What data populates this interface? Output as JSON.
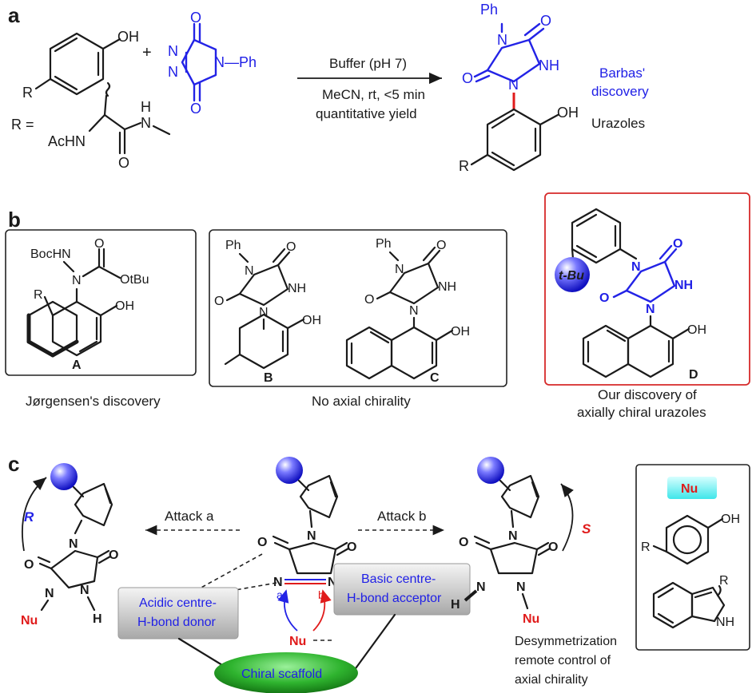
{
  "panels": {
    "a": "a",
    "b": "b",
    "c": "c"
  },
  "panel_a": {
    "oh": "OH",
    "r": "R",
    "plus": "+",
    "r_eq": "R =",
    "achn": "AcHN",
    "h": "H",
    "n": "N",
    "o": "O",
    "ph": "Ph",
    "nph": "N—Ph",
    "nh": "NH",
    "buffer": "Buffer (pH 7)",
    "conditions1": "MeCN, rt, <5 min",
    "conditions2": "quantitative yield",
    "barbas1": "Barbas'",
    "barbas2": "discovery",
    "urazoles": "Urazoles"
  },
  "panel_b": {
    "bochnnh": "BocHN",
    "n": "N",
    "otbu": "OtBu",
    "o": "O",
    "r": "R",
    "oh": "OH",
    "ph": "Ph",
    "nh": "NH",
    "tbu": "t-Bu",
    "label_a": "A",
    "label_b": "B",
    "label_c": "C",
    "label_d": "D",
    "jorgensen": "Jørgensen's discovery",
    "no_axial": "No axial chirality",
    "our1": "Our discovery of",
    "our2": "axially chiral urazoles"
  },
  "panel_c": {
    "r_label": "R",
    "s_label": "S",
    "attack_a": "Attack a",
    "attack_b": "Attack b",
    "n": "N",
    "o": "O",
    "h": "H",
    "nu": "Nu",
    "a": "a",
    "b": "b",
    "acidic1": "Acidic centre-",
    "acidic2": "H-bond donor",
    "basic1": "Basic centre-",
    "basic2": "H-bond acceptor",
    "chiral": "Chiral scaffold",
    "desym1": "Desymmetrization",
    "desym2": "remote control of",
    "desym3": "axial chirality",
    "nu_box": "Nu",
    "oh": "OH",
    "r": "R",
    "nh": "NH"
  },
  "colors": {
    "blue": "#1f1fe6",
    "red": "#e01b1b",
    "panel_d_frame": "#d62a2a",
    "cyan": "#5ef2f2",
    "green": "#21a021",
    "gray_box": "#c8c8c8"
  }
}
